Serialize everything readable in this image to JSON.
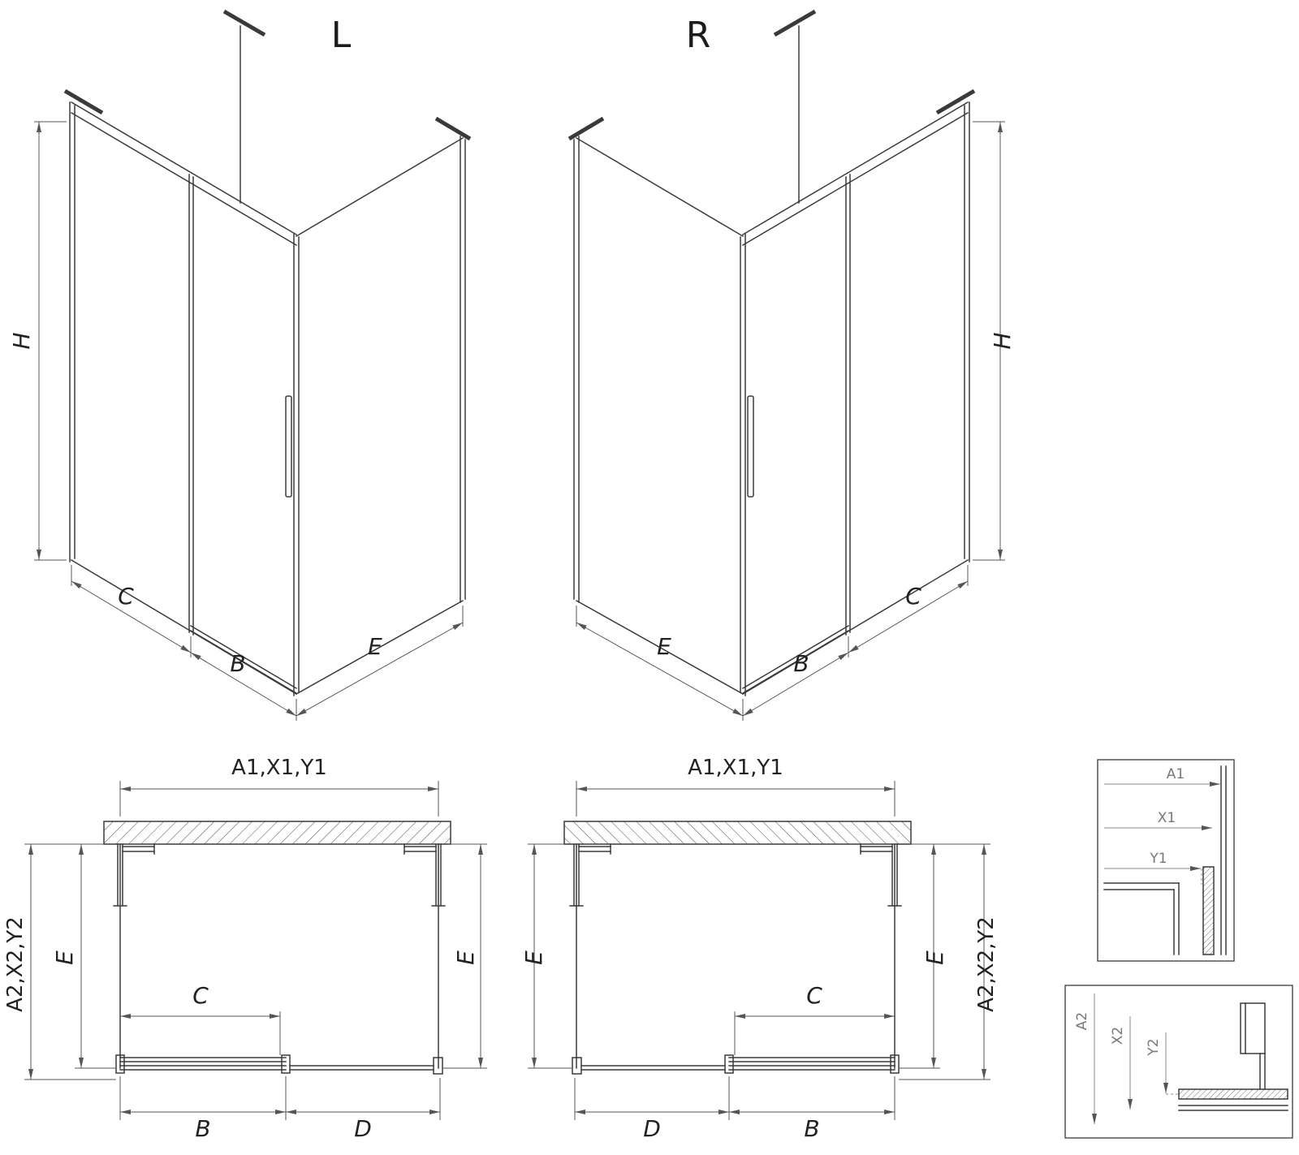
{
  "drawing": {
    "title": "Shower enclosure technical drawing (L and R versions)",
    "background": "#ffffff",
    "line_color": "#3a3a3a",
    "dim_line_color": "#555555",
    "detail_label_color": "#787878"
  },
  "iso_left": {
    "title": "L",
    "dim_height": "H",
    "dim_fixed_panel": "C",
    "dim_door": "B",
    "dim_side_panel": "E"
  },
  "iso_right": {
    "title": "R",
    "dim_height": "H",
    "dim_fixed_panel": "C",
    "dim_door": "B",
    "dim_side_panel": "E"
  },
  "plan_left": {
    "dim_width_top": "A1,X1,Y1",
    "dim_depth_outer": "A2,X2,Y2",
    "dim_side_left": "E",
    "dim_side_right": "E",
    "dim_opening": "C",
    "dim_front_left": "B",
    "dim_front_right": "D"
  },
  "plan_right": {
    "dim_width_top": "A1,X1,Y1",
    "dim_depth_outer": "A2,X2,Y2",
    "dim_side_left": "E",
    "dim_side_right": "E",
    "dim_opening": "C",
    "dim_front_left": "D",
    "dim_front_right": "B"
  },
  "detail_top": {
    "dim_a": "A1",
    "dim_x": "X1",
    "dim_y": "Y1"
  },
  "detail_bottom": {
    "dim_a": "A2",
    "dim_x": "X2",
    "dim_y": "Y2"
  }
}
